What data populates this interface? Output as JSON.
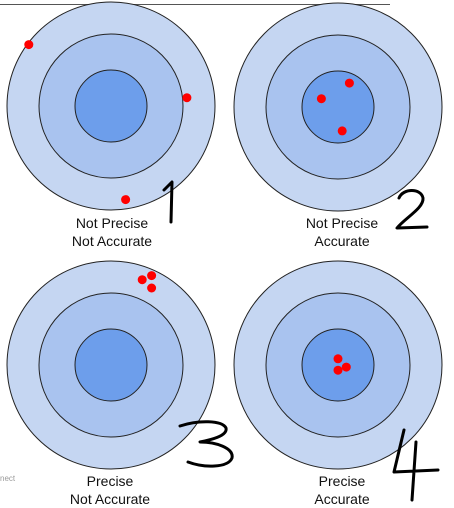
{
  "colors": {
    "outer_ring": "#c5d6f2",
    "middle_ring": "#a9c3ef",
    "bullseye": "#6d9eeb",
    "ring_stroke": "#222222",
    "hit": "#ff0000",
    "ink": "#000000"
  },
  "targets": [
    {
      "line1": "Not Precise",
      "line2": "Not Accurate",
      "numeral": "1",
      "hits": [
        [
          -0.79,
          -0.59
        ],
        [
          0.73,
          -0.08
        ],
        [
          0.14,
          0.9
        ]
      ]
    },
    {
      "line1": "Not Precise",
      "line2": "Accurate",
      "numeral": "2",
      "hits": [
        [
          0.11,
          -0.23
        ],
        [
          -0.16,
          -0.08
        ],
        [
          0.04,
          0.23
        ]
      ]
    },
    {
      "line1": "Precise",
      "line2": "Not Accurate",
      "numeral": "3",
      "hits": [
        [
          0.3,
          -0.82
        ],
        [
          0.39,
          -0.86
        ],
        [
          0.39,
          -0.74
        ]
      ]
    },
    {
      "line1": "Precise",
      "line2": "Accurate",
      "numeral": "4",
      "hits": [
        [
          0.0,
          -0.06
        ],
        [
          0.0,
          0.05
        ],
        [
          0.08,
          0.02
        ]
      ]
    }
  ],
  "watermark": "nect"
}
